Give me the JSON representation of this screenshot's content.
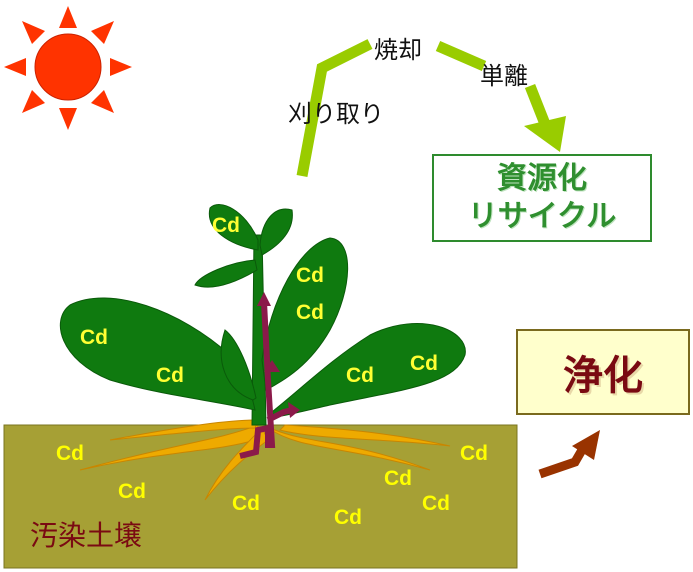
{
  "labels": {
    "harvest": "刈り取り",
    "incineration": "焼却",
    "isolation": "単離",
    "recycle_line1": "資源化",
    "recycle_line2": "リサイクル",
    "purification": "浄化",
    "contaminated_soil": "汚染土壌"
  },
  "cadmium_symbol": "Cd",
  "colors": {
    "sun": "#ff3300",
    "soil": "#a6a035",
    "leaf": "#0f7a0f",
    "roots": "#e8a000",
    "transport_arrow": "#8b1a4a",
    "cycle_arrow": "#99cc00",
    "purify_arrow": "#993300",
    "cd_text": "#ffff33"
  }
}
